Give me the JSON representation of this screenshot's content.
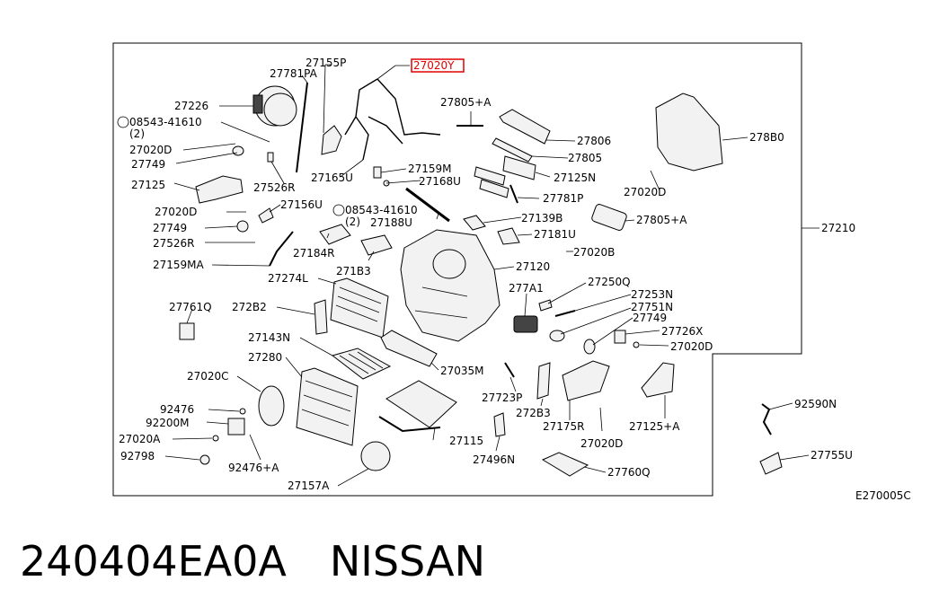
{
  "labels": [
    {
      "id": "27155P",
      "text": "27155P"
    },
    {
      "id": "27781PA",
      "text": "27781PA"
    },
    {
      "id": "27020Y",
      "text": "27020Y"
    },
    {
      "id": "27226",
      "text": "27226"
    },
    {
      "id": "08543a",
      "text": "08543-41610"
    },
    {
      "id": "qty2a",
      "text": "(2)"
    },
    {
      "id": "27020D_a",
      "text": "27020D"
    },
    {
      "id": "27749_a",
      "text": "27749"
    },
    {
      "id": "27125",
      "text": "27125"
    },
    {
      "id": "27165U",
      "text": "27165U"
    },
    {
      "id": "27526R_a",
      "text": "27526R"
    },
    {
      "id": "27805A_a",
      "text": "27805+A"
    },
    {
      "id": "27806",
      "text": "27806"
    },
    {
      "id": "27805",
      "text": "27805"
    },
    {
      "id": "27159M",
      "text": "27159M"
    },
    {
      "id": "27168U",
      "text": "27168U"
    },
    {
      "id": "27125N",
      "text": "27125N"
    },
    {
      "id": "27781P",
      "text": "27781P"
    },
    {
      "id": "27880",
      "text": "278B0"
    },
    {
      "id": "27020D_b",
      "text": "27020D"
    },
    {
      "id": "27020D_c",
      "text": "27020D"
    },
    {
      "id": "27156U",
      "text": "27156U"
    },
    {
      "id": "08543b",
      "text": "08543-41610"
    },
    {
      "id": "qty2b",
      "text": "(2)"
    },
    {
      "id": "27188U",
      "text": "27188U"
    },
    {
      "id": "27139B",
      "text": "27139B"
    },
    {
      "id": "27805A_b",
      "text": "27805+A"
    },
    {
      "id": "27749_b",
      "text": "27749"
    },
    {
      "id": "27526R_b",
      "text": "27526R"
    },
    {
      "id": "27184R",
      "text": "27184R"
    },
    {
      "id": "27183",
      "text": "271B3"
    },
    {
      "id": "27181U",
      "text": "27181U"
    },
    {
      "id": "27020B",
      "text": "27020B"
    },
    {
      "id": "27210",
      "text": "27210"
    },
    {
      "id": "27159MA",
      "text": "27159MA"
    },
    {
      "id": "27120",
      "text": "27120"
    },
    {
      "id": "27274L",
      "text": "27274L"
    },
    {
      "id": "277A1",
      "text": "277A1"
    },
    {
      "id": "27250Q",
      "text": "27250Q"
    },
    {
      "id": "27253N",
      "text": "27253N"
    },
    {
      "id": "27751N",
      "text": "27751N"
    },
    {
      "id": "27761Q",
      "text": "27761Q"
    },
    {
      "id": "27282",
      "text": "272B2"
    },
    {
      "id": "27749_c",
      "text": "27749"
    },
    {
      "id": "27726X",
      "text": "27726X"
    },
    {
      "id": "27020D_d",
      "text": "27020D"
    },
    {
      "id": "27143N",
      "text": "27143N"
    },
    {
      "id": "27280",
      "text": "27280"
    },
    {
      "id": "27035M",
      "text": "27035M"
    },
    {
      "id": "27020C",
      "text": "27020C"
    },
    {
      "id": "27723P",
      "text": "27723P"
    },
    {
      "id": "27283",
      "text": "272B3"
    },
    {
      "id": "92476",
      "text": "92476"
    },
    {
      "id": "92200M",
      "text": "92200M"
    },
    {
      "id": "27175R",
      "text": "27175R"
    },
    {
      "id": "27125A",
      "text": "27125+A"
    },
    {
      "id": "92590N",
      "text": "92590N"
    },
    {
      "id": "27020A",
      "text": "27020A"
    },
    {
      "id": "27115",
      "text": "27115"
    },
    {
      "id": "27020D_e",
      "text": "27020D"
    },
    {
      "id": "92798",
      "text": "92798"
    },
    {
      "id": "92476A",
      "text": "92476+A"
    },
    {
      "id": "27496N",
      "text": "27496N"
    },
    {
      "id": "27755U",
      "text": "27755U"
    },
    {
      "id": "27760Q",
      "text": "27760Q"
    },
    {
      "id": "27157A",
      "text": "27157A"
    },
    {
      "id": "E270005C",
      "text": "E270005C"
    }
  ],
  "caption": {
    "part_number": "240404EA0A",
    "brand": "NISSAN"
  },
  "highlight_color": "#e00000"
}
